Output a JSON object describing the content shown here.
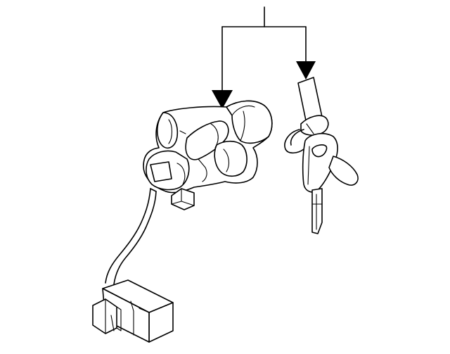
{
  "diagram": {
    "type": "exploded-parts-illustration",
    "labels": [],
    "parts": [
      {
        "id": "ignition-lock-cylinder",
        "icon": "lock-cylinder-icon"
      },
      {
        "id": "key-set",
        "icon": "key-icon"
      },
      {
        "id": "wire-harness-connector",
        "icon": "connector-icon"
      }
    ],
    "colors": {
      "line": "#000000",
      "background": "#ffffff"
    }
  }
}
